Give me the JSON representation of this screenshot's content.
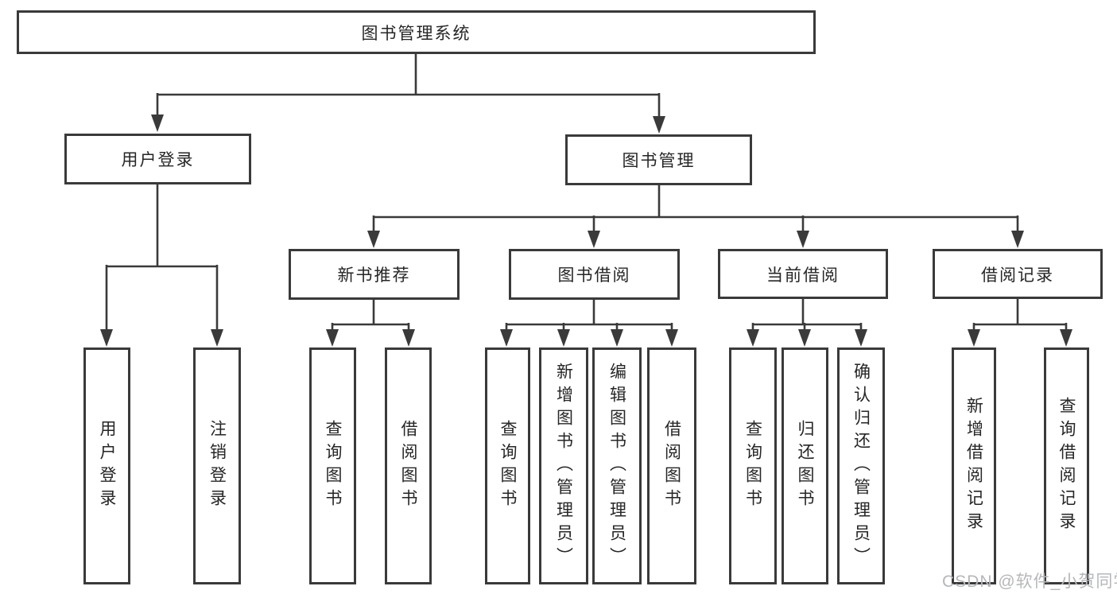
{
  "colors": {
    "line": "#3a3a3a",
    "text": "#262626",
    "background": "#ffffff",
    "watermark": "#b5b7ba"
  },
  "watermark": {
    "text": "CSDN @软件_小贺同学"
  },
  "tree": {
    "root": {
      "label": "图书管理系统",
      "children": [
        {
          "label": "用户登录",
          "children": [
            {
              "label": "用户登录"
            },
            {
              "label": "注销登录"
            }
          ]
        },
        {
          "label": "图书管理",
          "children": [
            {
              "label": "新书推荐",
              "children": [
                {
                  "label": "查询图书"
                },
                {
                  "label": "借阅图书"
                }
              ]
            },
            {
              "label": "图书借阅",
              "children": [
                {
                  "label": "查询图书"
                },
                {
                  "label": "新增图书（管理员）"
                },
                {
                  "label": "编辑图书（管理员）"
                },
                {
                  "label": "借阅图书"
                }
              ]
            },
            {
              "label": "当前借阅",
              "children": [
                {
                  "label": "查询图书"
                },
                {
                  "label": "归还图书"
                },
                {
                  "label": "确认归还（管理员）"
                }
              ]
            },
            {
              "label": "借阅记录",
              "children": [
                {
                  "label": "新增借阅记录"
                },
                {
                  "label": "查询借阅记录"
                }
              ]
            }
          ]
        }
      ]
    }
  }
}
